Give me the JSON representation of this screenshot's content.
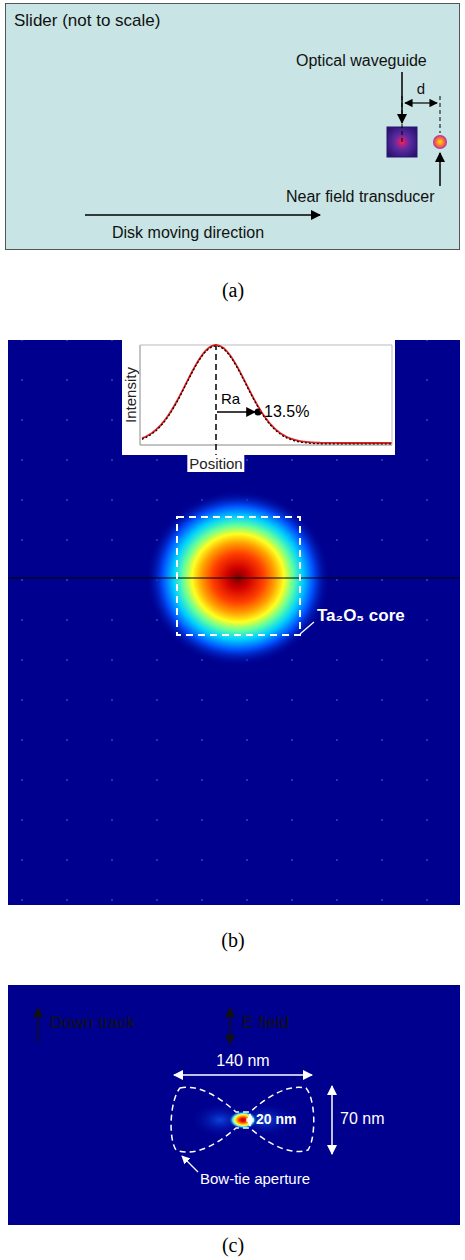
{
  "diagram": {
    "nodes": [
      {
        "text": [
          "Slider (not to scale)"
        ]
      }
    ],
    "labels": [
      "Optical waveguide",
      "d",
      "Near field transducer",
      "Disk moving direction",
      "(a)",
      "Intensity",
      "Position",
      "Ra",
      "13.5%",
      "Ta₂O₅ core",
      "(b)",
      "Down track",
      "E field",
      "140 nm",
      "20 nm",
      "70 nm",
      "Bow-tie aperture",
      "(c)"
    ]
  }
}
